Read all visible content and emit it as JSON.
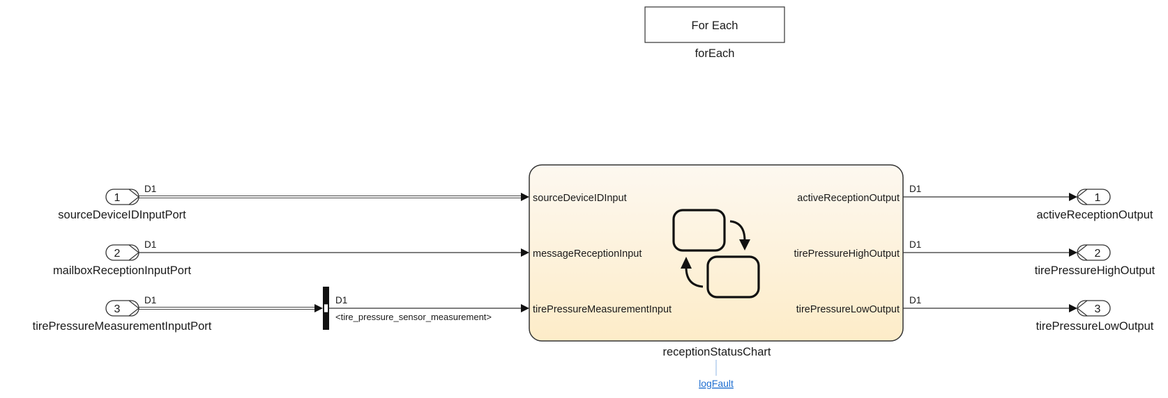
{
  "foreach_block": {
    "label": "For Each",
    "name": "forEach"
  },
  "inports": [
    {
      "num": "1",
      "name": "sourceDeviceIDInputPort",
      "dim": "D1"
    },
    {
      "num": "2",
      "name": "mailboxReceptionInputPort",
      "dim": "D1"
    },
    {
      "num": "3",
      "name": "tirePressureMeasurementInputPort",
      "dim": "D1"
    }
  ],
  "selector": {
    "dim": "D1",
    "signal_label": "<tire_pressure_sensor_measurement>"
  },
  "chart": {
    "name": "receptionStatusChart",
    "inputs": [
      "sourceDeviceIDInput",
      "messageReceptionInput",
      "tirePressureMeasurementInput"
    ],
    "outputs": [
      "activeReceptionOutput",
      "tirePressureHighOutput",
      "tirePressureLowOutput"
    ],
    "fill_top": "#fdf8f0",
    "fill_bottom": "#fdecc8",
    "icon": "stateflow-chart-icon"
  },
  "outports": [
    {
      "num": "1",
      "name": "activeReceptionOutput",
      "dim": "D1"
    },
    {
      "num": "2",
      "name": "tirePressureHighOutput",
      "dim": "D1"
    },
    {
      "num": "3",
      "name": "tirePressureLowOutput",
      "dim": "D1"
    }
  ],
  "annotation_link": {
    "text": "logFault",
    "color": "#1f6fd1"
  }
}
